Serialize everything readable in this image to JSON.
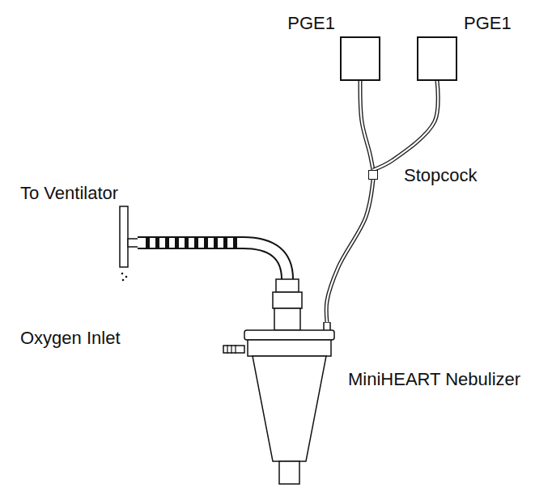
{
  "diagram": {
    "nodes": [
      {
        "text": [
          "PGE1"
        ]
      },
      {
        "text": [
          "PGE1"
        ]
      },
      {
        "text": [
          "Stopcock"
        ]
      },
      {
        "text": [
          "MiniHEART Nebulizer"
        ]
      }
    ],
    "edges": [
      {
        "from": 0,
        "to": 2,
        "arrow": "none"
      },
      {
        "from": 1,
        "to": 2,
        "arrow": "none"
      },
      {
        "from": 2,
        "to": 3,
        "arrow": "none"
      }
    ],
    "labels": [
      "To Ventilator",
      "Oxygen Inlet"
    ]
  }
}
